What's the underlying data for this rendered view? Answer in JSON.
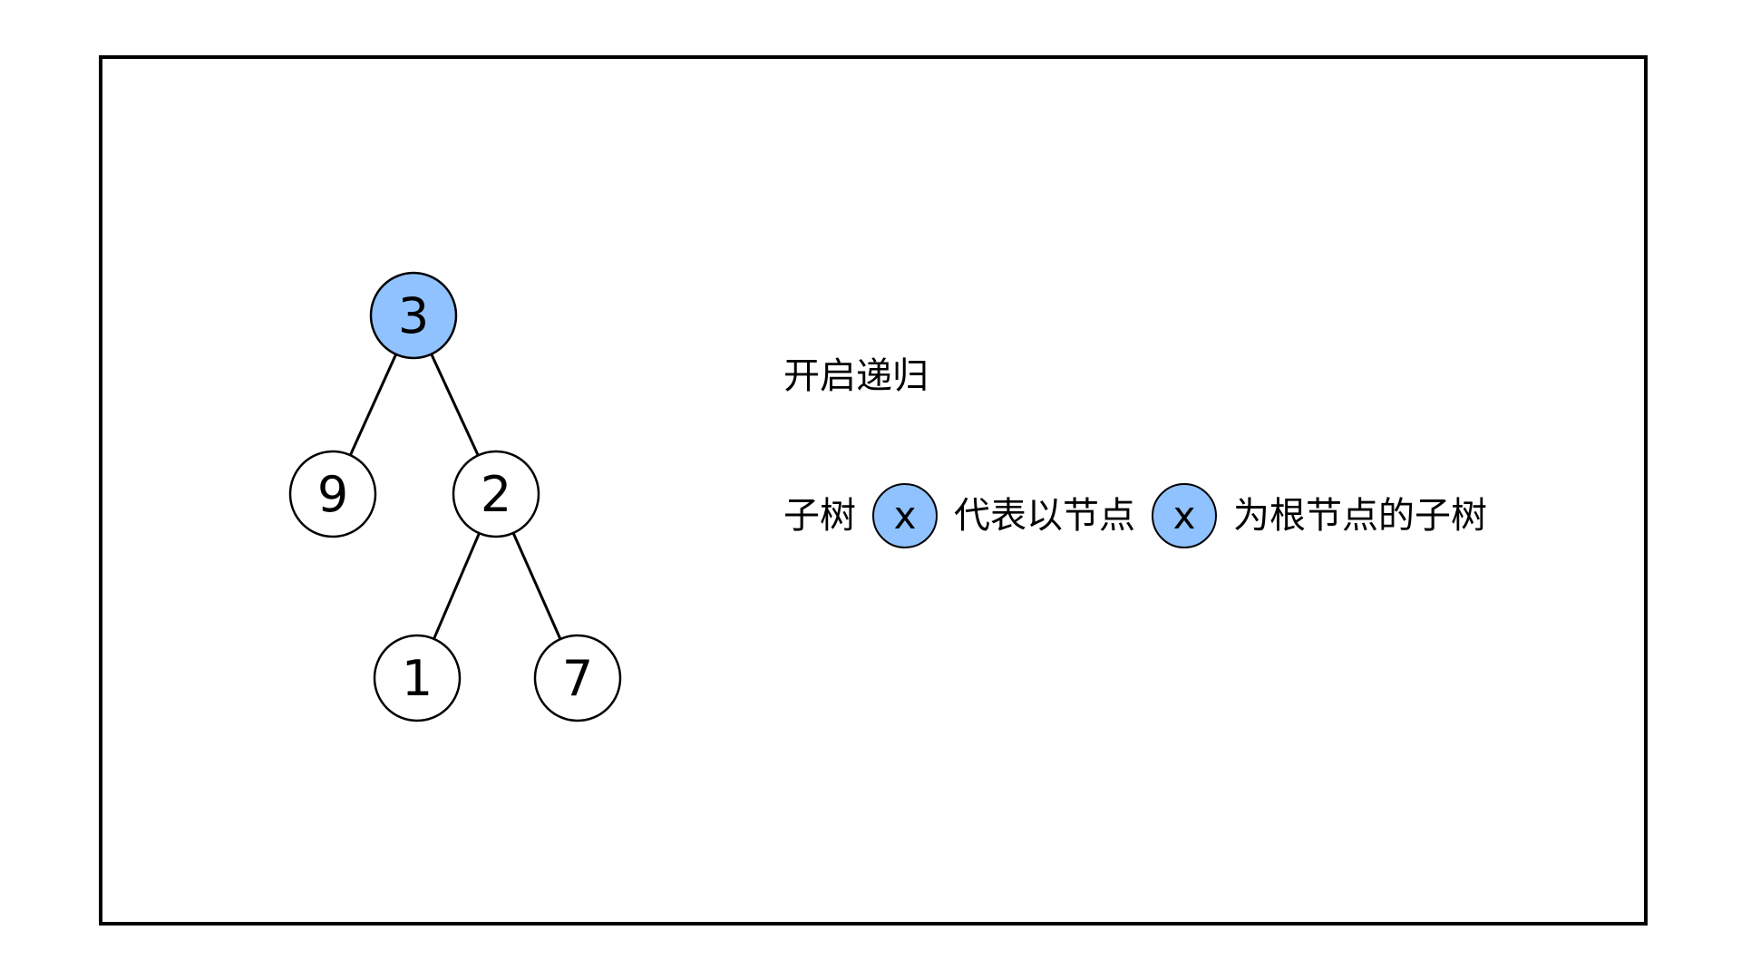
{
  "colors": {
    "root_fill": "#90c2ff",
    "node_fill": "#ffffff",
    "stroke": "#000000",
    "legend_fill": "#90c2ff"
  },
  "tree": {
    "nodes": [
      {
        "id": "n3",
        "label": "3",
        "highlighted": true
      },
      {
        "id": "n9",
        "label": "9",
        "highlighted": false
      },
      {
        "id": "n2",
        "label": "2",
        "highlighted": false
      },
      {
        "id": "n1",
        "label": "1",
        "highlighted": false
      },
      {
        "id": "n7",
        "label": "7",
        "highlighted": false
      }
    ],
    "edges": [
      {
        "from": "n3",
        "to": "n9"
      },
      {
        "from": "n3",
        "to": "n2"
      },
      {
        "from": "n2",
        "to": "n1"
      },
      {
        "from": "n2",
        "to": "n7"
      }
    ]
  },
  "caption": {
    "title": "开启递归",
    "legend": {
      "part1": "子树",
      "node_symbol": "x",
      "part2": "代表以节点",
      "part3": "为根节点的子树"
    }
  }
}
